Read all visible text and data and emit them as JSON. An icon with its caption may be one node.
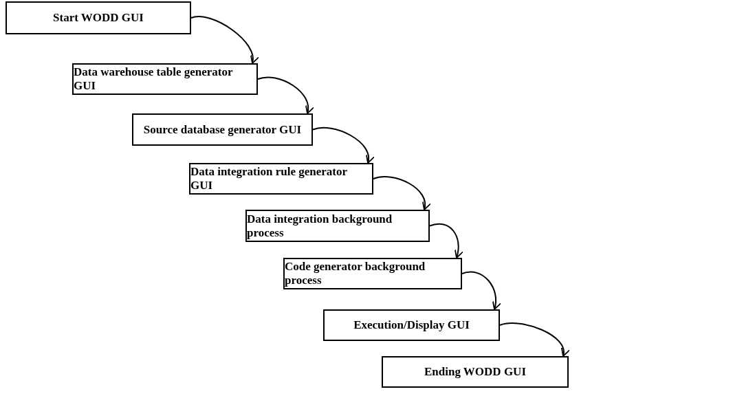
{
  "diagram": {
    "nodes": [
      {
        "text": [
          "Start WODD GUI"
        ]
      },
      {
        "text": [
          "Data warehouse table generator GUI"
        ]
      },
      {
        "text": [
          "Source database generator GUI"
        ]
      },
      {
        "text": [
          "Data integration rule generator GUI"
        ]
      },
      {
        "text": [
          "Data integration background process"
        ]
      },
      {
        "text": [
          "Code generator background process"
        ]
      },
      {
        "text": [
          "Execution/Display GUI"
        ]
      },
      {
        "text": [
          "Ending WODD GUI"
        ]
      }
    ],
    "edges": [
      {
        "from": 0,
        "to": 1,
        "arrow": "to"
      },
      {
        "from": 1,
        "to": 2,
        "arrow": "to"
      },
      {
        "from": 2,
        "to": 3,
        "arrow": "to"
      },
      {
        "from": 3,
        "to": 4,
        "arrow": "to"
      },
      {
        "from": 4,
        "to": 5,
        "arrow": "to"
      },
      {
        "from": 5,
        "to": 6,
        "arrow": "to"
      },
      {
        "from": 6,
        "to": 7,
        "arrow": "to"
      }
    ]
  }
}
